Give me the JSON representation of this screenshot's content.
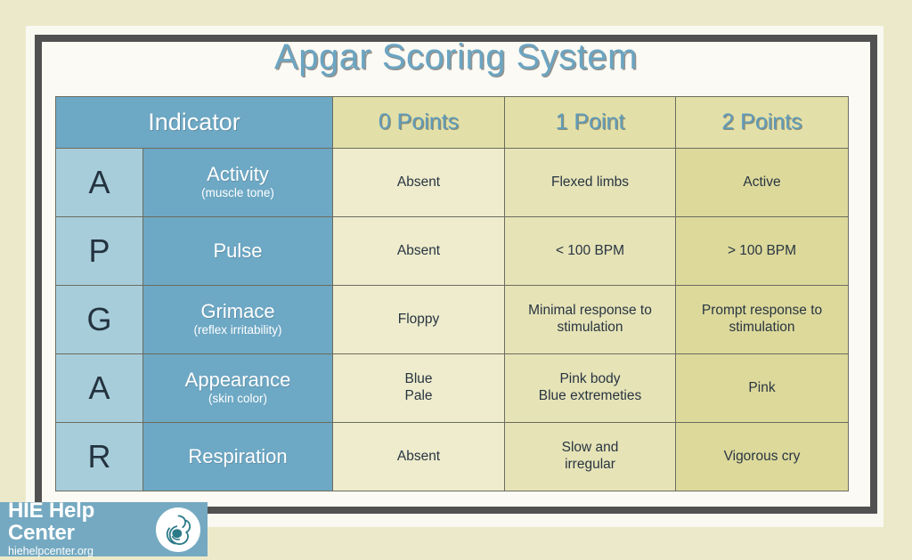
{
  "page": {
    "title": "Apgar Scoring System",
    "accent_blue": "#6da8c4",
    "light_blue": "#a8cdda",
    "khaki_0": "#eeeccd",
    "khaki_1": "#e6e3b7",
    "khaki_2": "#ddd99b",
    "background": "#ece9ca",
    "frame_color": "#515151"
  },
  "table": {
    "headers": {
      "indicator": "Indicator",
      "points_0": "0 Points",
      "points_1": "1 Point",
      "points_2": "2 Points"
    },
    "rows": [
      {
        "letter": "A",
        "name": "Activity",
        "sub": "(muscle tone)",
        "p0": "Absent",
        "p1": "Flexed limbs",
        "p2": "Active"
      },
      {
        "letter": "P",
        "name": "Pulse",
        "sub": "",
        "p0": "Absent",
        "p1": "< 100 BPM",
        "p2": "> 100 BPM"
      },
      {
        "letter": "G",
        "name": "Grimace",
        "sub": "(reflex irritability)",
        "p0": "Floppy",
        "p1": "Minimal response to stimulation",
        "p2": "Prompt response to stimulation"
      },
      {
        "letter": "A",
        "name": "Appearance",
        "sub": "(skin color)",
        "p0": "Blue\nPale",
        "p1": "Pink body\nBlue extremeties",
        "p2": "Pink"
      },
      {
        "letter": "R",
        "name": "Respiration",
        "sub": "",
        "p0": "Absent",
        "p1": "Slow and\nirregular",
        "p2": "Vigorous cry"
      }
    ]
  },
  "footer": {
    "brand": "HIE Help Center",
    "url": "hiehelpcenter.org",
    "logo_icon": "mother-and-baby-icon"
  }
}
